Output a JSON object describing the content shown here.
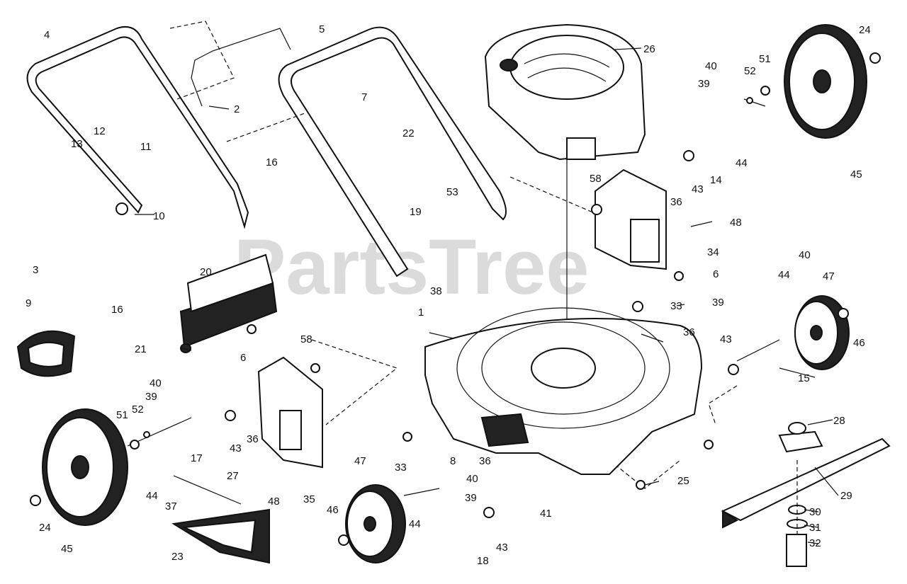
{
  "watermark": "PartsTree",
  "callouts": [
    {
      "id": "c4",
      "text": "4"
    },
    {
      "id": "c5",
      "text": "5"
    },
    {
      "id": "c26",
      "text": "26"
    },
    {
      "id": "c24a",
      "text": "24"
    },
    {
      "id": "c40a",
      "text": "40"
    },
    {
      "id": "c52a",
      "text": "52"
    },
    {
      "id": "c51a",
      "text": "51"
    },
    {
      "id": "c39a",
      "text": "39"
    },
    {
      "id": "c7",
      "text": "7"
    },
    {
      "id": "c2",
      "text": "2"
    },
    {
      "id": "c22",
      "text": "22"
    },
    {
      "id": "c12",
      "text": "12"
    },
    {
      "id": "c13",
      "text": "13"
    },
    {
      "id": "c11",
      "text": "11"
    },
    {
      "id": "c44a",
      "text": "44"
    },
    {
      "id": "c14",
      "text": "14"
    },
    {
      "id": "c43a",
      "text": "43"
    },
    {
      "id": "c45a",
      "text": "45"
    },
    {
      "id": "c16a",
      "text": "16"
    },
    {
      "id": "c58a",
      "text": "58"
    },
    {
      "id": "c36a",
      "text": "36"
    },
    {
      "id": "c53",
      "text": "53"
    },
    {
      "id": "c10",
      "text": "10"
    },
    {
      "id": "c19",
      "text": "19"
    },
    {
      "id": "c48a",
      "text": "48"
    },
    {
      "id": "c3",
      "text": "3"
    },
    {
      "id": "c20",
      "text": "20"
    },
    {
      "id": "c34",
      "text": "34"
    },
    {
      "id": "c40b",
      "text": "40"
    },
    {
      "id": "c6a",
      "text": "6"
    },
    {
      "id": "c47a",
      "text": "47"
    },
    {
      "id": "c44b",
      "text": "44"
    },
    {
      "id": "c38",
      "text": "38"
    },
    {
      "id": "c33a",
      "text": "33"
    },
    {
      "id": "c39b",
      "text": "39"
    },
    {
      "id": "c16b",
      "text": "16"
    },
    {
      "id": "c9",
      "text": "9"
    },
    {
      "id": "c1",
      "text": "1"
    },
    {
      "id": "c36b",
      "text": "36"
    },
    {
      "id": "c46a",
      "text": "46"
    },
    {
      "id": "c43b",
      "text": "43"
    },
    {
      "id": "c21",
      "text": "21"
    },
    {
      "id": "c6b",
      "text": "6"
    },
    {
      "id": "c58b",
      "text": "58"
    },
    {
      "id": "c15",
      "text": "15"
    },
    {
      "id": "c40c",
      "text": "40"
    },
    {
      "id": "c39c",
      "text": "39"
    },
    {
      "id": "c28",
      "text": "28"
    },
    {
      "id": "c51b",
      "text": "51"
    },
    {
      "id": "c52b",
      "text": "52"
    },
    {
      "id": "c17",
      "text": "17"
    },
    {
      "id": "c43c",
      "text": "43"
    },
    {
      "id": "c36c",
      "text": "36"
    },
    {
      "id": "c33b",
      "text": "33"
    },
    {
      "id": "c8",
      "text": "8"
    },
    {
      "id": "c27",
      "text": "27"
    },
    {
      "id": "c47b",
      "text": "47"
    },
    {
      "id": "c40d",
      "text": "40"
    },
    {
      "id": "c36d",
      "text": "36"
    },
    {
      "id": "c25",
      "text": "25"
    },
    {
      "id": "c44c",
      "text": "44"
    },
    {
      "id": "c48b",
      "text": "48"
    },
    {
      "id": "c35",
      "text": "35"
    },
    {
      "id": "c29",
      "text": "29"
    },
    {
      "id": "c37",
      "text": "37"
    },
    {
      "id": "c39d",
      "text": "39"
    },
    {
      "id": "c46b",
      "text": "46"
    },
    {
      "id": "c41",
      "text": "41"
    },
    {
      "id": "c30",
      "text": "30"
    },
    {
      "id": "c44d",
      "text": "44"
    },
    {
      "id": "c24b",
      "text": "24"
    },
    {
      "id": "c45b",
      "text": "45"
    },
    {
      "id": "c43d",
      "text": "43"
    },
    {
      "id": "c31",
      "text": "31"
    },
    {
      "id": "c23",
      "text": "23"
    },
    {
      "id": "c18",
      "text": "18"
    },
    {
      "id": "c32",
      "text": "32"
    }
  ]
}
